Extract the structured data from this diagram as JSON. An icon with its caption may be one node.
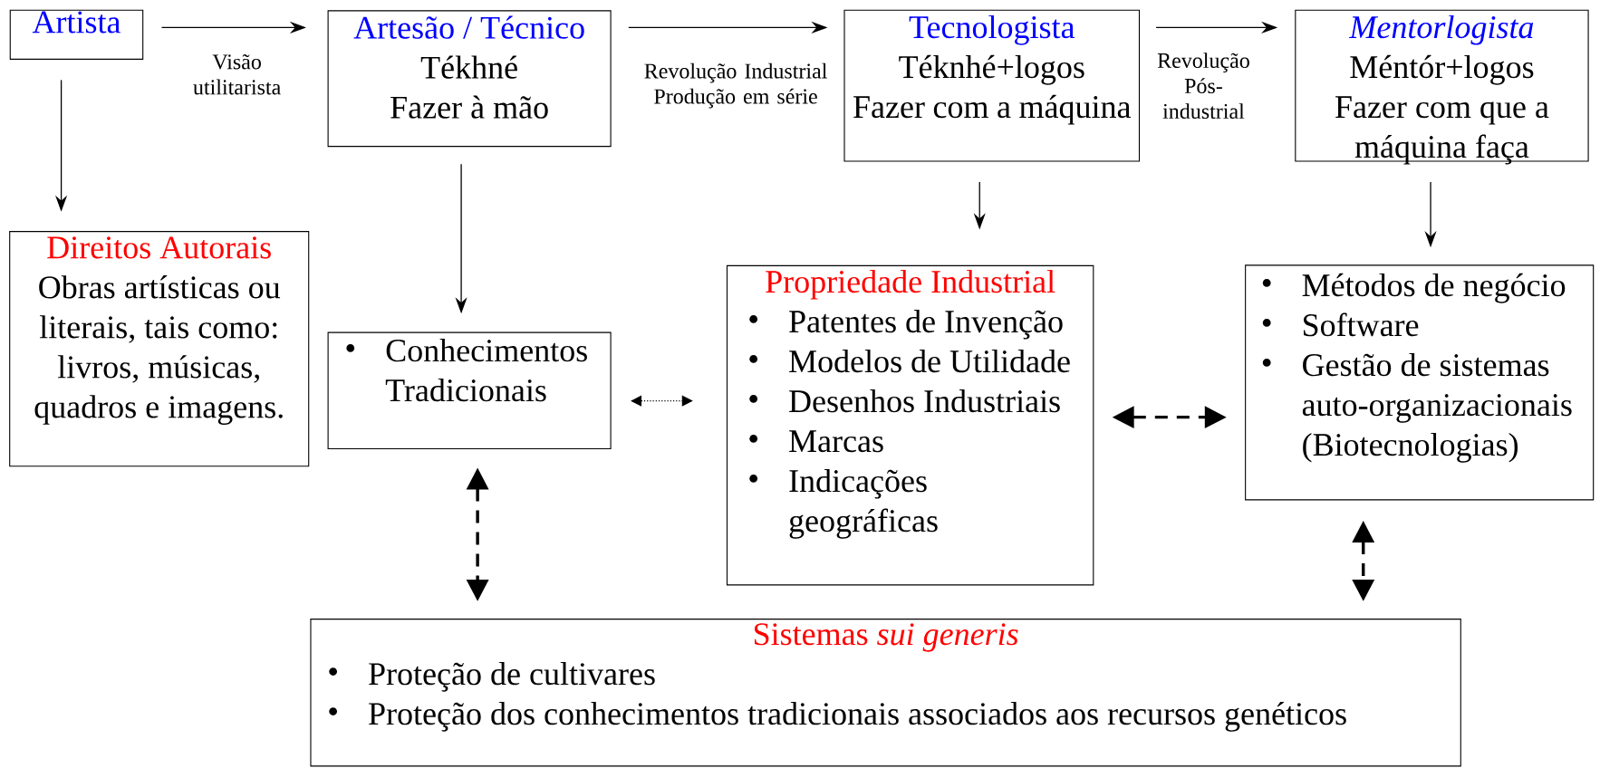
{
  "diagram": {
    "nodes": [
      {
        "text": [
          "Artista"
        ]
      },
      {
        "text": [
          "Artesão / Técnico",
          "Tékhné",
          "Fazer à mão"
        ]
      },
      {
        "text": [
          "Tecnologista",
          "Téknhé+logos",
          "Fazer com a máquina"
        ]
      },
      {
        "text": [
          "Mentorlogista",
          "Méntór+logos",
          "Fazer com que a máquina faça"
        ]
      },
      {
        "text": [
          "Direitos Autorais",
          "Obras artísticas ou literais, tais como: livros, músicas, quadros e imagens."
        ]
      },
      {
        "text": [
          "Conhecimentos Tradicionais"
        ]
      },
      {
        "text": [
          "Propriedade Industrial",
          "Patentes de Invenção",
          "Modelos de Utilidade",
          "Desenhos Industriais",
          "Marcas",
          "Indicações geográficas"
        ]
      },
      {
        "text": [
          "Métodos de negócio",
          "Software",
          "Gestão de sistemas auto-organizacionais (Biotecnologias)"
        ]
      },
      {
        "text": [
          "Sistemas *sui generis*",
          "Proteção de cultivares",
          "Proteção dos conhecimentos tradicionais associados aos recursos genéticos"
        ]
      }
    ],
    "edges": [
      {
        "from": 0,
        "to": 1,
        "arrow": "to",
        "label": "Visão utilitarista"
      },
      {
        "from": 1,
        "to": 2,
        "arrow": "to",
        "label": "Revolução Industrial Produção em série"
      },
      {
        "from": 2,
        "to": 3,
        "arrow": "to",
        "label": "Revolução Pós-industrial"
      },
      {
        "from": 0,
        "to": 4,
        "arrow": "to"
      },
      {
        "from": 1,
        "to": 5,
        "arrow": "to"
      },
      {
        "from": 2,
        "to": 6,
        "arrow": "to"
      },
      {
        "from": 3,
        "to": 7,
        "arrow": "to"
      },
      {
        "from": 5,
        "to": 6,
        "arrow": "both",
        "style": "dashed"
      },
      {
        "from": 6,
        "to": 7,
        "arrow": "both",
        "style": "dashed"
      },
      {
        "from": 5,
        "to": 8,
        "arrow": "both",
        "style": "dashed"
      },
      {
        "from": 7,
        "to": 8,
        "arrow": "both",
        "style": "dashed"
      }
    ]
  }
}
